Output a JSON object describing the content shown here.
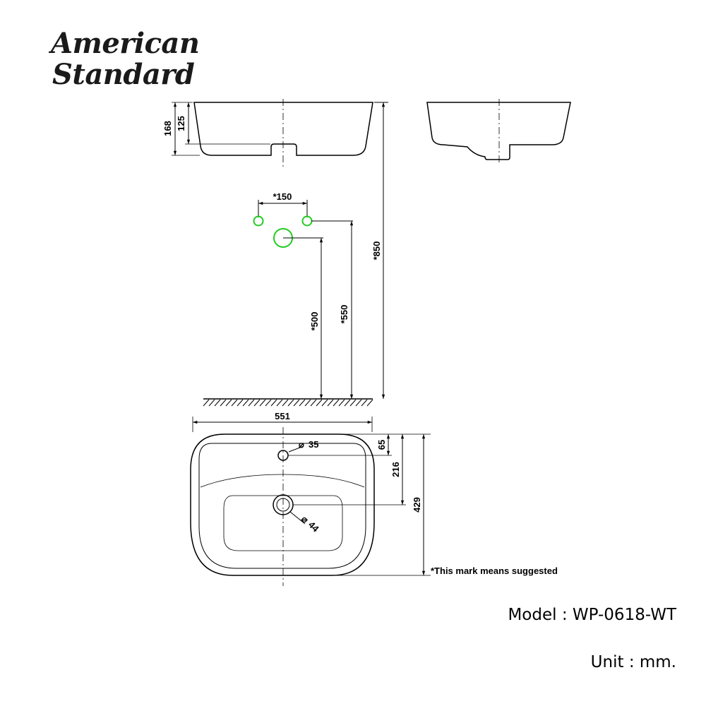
{
  "brand": {
    "line1": "American",
    "line2": "Standard"
  },
  "dimensions": {
    "height_total": "168",
    "height_bowl": "125",
    "faucet_spacing": "*150",
    "floor_to_top": "*850",
    "floor_to_waste": "*500",
    "floor_to_supply": "*550",
    "width": "551",
    "tap_hole_diameter": "35",
    "waste_diameter": "44",
    "tap_hole_offset": "65",
    "waste_offset": "216",
    "depth": "429"
  },
  "diameter_symbol": "⌀",
  "note": "*This mark means suggested",
  "model": {
    "label": "Model",
    "separator": ":",
    "value": "WP-0618-WT"
  },
  "unit": {
    "label": "Unit",
    "separator": ":",
    "value": "mm."
  },
  "colors": {
    "line": "#000000",
    "supply_marker": "#22cc22"
  }
}
